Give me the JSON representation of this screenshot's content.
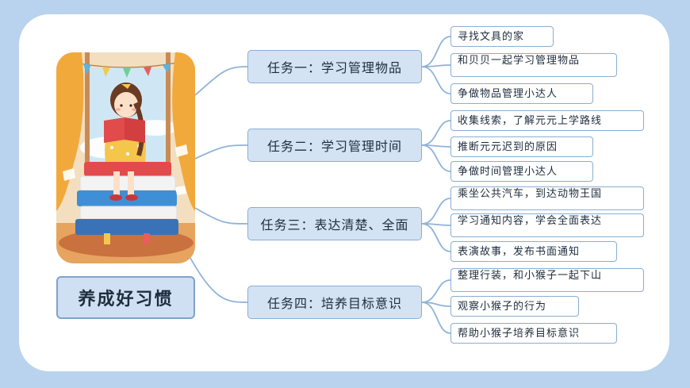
{
  "root": {
    "label": "养成好习惯"
  },
  "branches": [
    {
      "label": "任务一：学习管理物品",
      "children": [
        "寻找文具的家",
        "和贝贝一起学习管理物品",
        "争做物品管理小达人"
      ]
    },
    {
      "label": "任务二：学习管理时间",
      "children": [
        "收集线索，了解元元上学路线",
        "推断元元迟到的原因",
        "争做时间管理小达人"
      ]
    },
    {
      "label": "任务三：表达清楚、全面",
      "children": [
        "乘坐公共汽车，到达动物王国",
        "学习通知内容，学会全面表达",
        "表演故事，发布书面通知"
      ]
    },
    {
      "label": "任务四：培养目标意识",
      "children": [
        "整理行装，和小猴子一起下山",
        "观察小猴子的行为",
        "帮助小猴子培养目标意识"
      ]
    }
  ],
  "colors": {
    "background": "#b9d3ee",
    "node_fill": "#d3e3f4",
    "node_border": "#8aaed3",
    "connector": "#8fb3d9"
  }
}
